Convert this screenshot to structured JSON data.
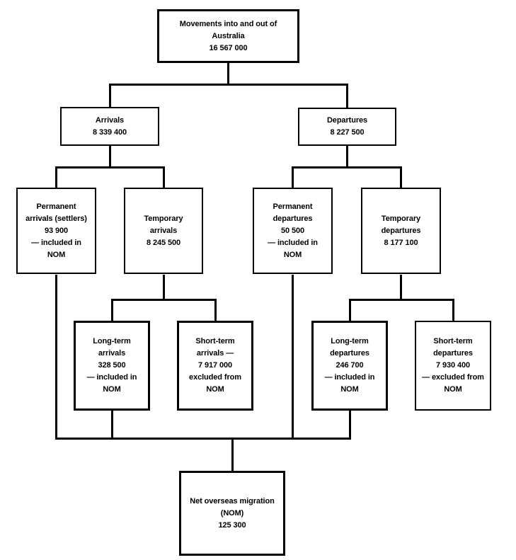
{
  "figure_type": "flowchart",
  "title": "Movements into and out of Australia",
  "colors": {
    "background": "#ffffff",
    "line": "#000000",
    "text": "#000000",
    "box_fill": "#ffffff"
  },
  "nodes": {
    "root": {
      "label": "Movements into and out of Australia",
      "value": "16 567 000",
      "lines": [
        "Movements into and out of",
        "Australia",
        "16 567 000"
      ]
    },
    "arrivals": {
      "label": "Arrivals",
      "value": "8 339 400",
      "lines": [
        "Arrivals",
        "8 339 400"
      ]
    },
    "departures": {
      "label": "Departures",
      "value": "8 227 500",
      "lines": [
        "Departures",
        "8 227 500"
      ]
    },
    "permanent_arrivals": {
      "label": "Permanent arrivals (settlers)",
      "value": "93 900",
      "note": "included in NOM",
      "lines": [
        "Permanent",
        "arrivals (settlers)",
        "93 900",
        "— included in",
        "NOM"
      ]
    },
    "temporary_arrivals": {
      "label": "Temporary arrivals",
      "value": "8 245 500",
      "lines": [
        "Temporary",
        "arrivals",
        "8 245 500"
      ]
    },
    "permanent_departures": {
      "label": "Permanent departures",
      "value": "50 500",
      "note": "included in NOM",
      "lines": [
        "Permanent",
        "departures",
        "50 500",
        "— included in",
        "NOM"
      ]
    },
    "temporary_departures": {
      "label": "Temporary departures",
      "value": "8 177 100",
      "lines": [
        "Temporary",
        "departures",
        "8 177 100"
      ]
    },
    "long_term_arrivals": {
      "label": "Long-term arrivals",
      "value": "328 500",
      "note": "included in NOM",
      "lines": [
        "Long-term",
        "arrivals",
        "328 500",
        "— included in",
        "NOM"
      ]
    },
    "short_term_arrivals": {
      "label": "Short-term arrivals",
      "value": "7 917 000",
      "note": "excluded from NOM",
      "lines": [
        "Short-term",
        "arrivals —",
        "7 917 000",
        "excluded from",
        "NOM"
      ]
    },
    "long_term_departures": {
      "label": "Long-term departures",
      "value": "246 700",
      "note": "included in NOM",
      "lines": [
        "Long-term",
        "departures",
        "246 700",
        "— included in",
        "NOM"
      ]
    },
    "short_term_departures": {
      "label": "Short-term departures",
      "value": "7 930 400",
      "note": "excluded from NOM",
      "lines": [
        "Short-term",
        "departures",
        "7 930 400",
        "— excluded from",
        "NOM"
      ]
    },
    "net_overseas_migration": {
      "label": "Net overseas migration (NOM)",
      "value": "125 300",
      "lines": [
        "Net overseas migration",
        "(NOM)",
        "125 300"
      ]
    }
  },
  "edges": [
    {
      "from": "root",
      "to": "arrivals"
    },
    {
      "from": "root",
      "to": "departures"
    },
    {
      "from": "arrivals",
      "to": "permanent_arrivals"
    },
    {
      "from": "arrivals",
      "to": "temporary_arrivals"
    },
    {
      "from": "departures",
      "to": "permanent_departures"
    },
    {
      "from": "departures",
      "to": "temporary_departures"
    },
    {
      "from": "temporary_arrivals",
      "to": "long_term_arrivals"
    },
    {
      "from": "temporary_arrivals",
      "to": "short_term_arrivals"
    },
    {
      "from": "temporary_departures",
      "to": "long_term_departures"
    },
    {
      "from": "temporary_departures",
      "to": "short_term_departures"
    },
    {
      "from": "permanent_arrivals",
      "to": "net_overseas_migration"
    },
    {
      "from": "long_term_arrivals",
      "to": "net_overseas_migration"
    },
    {
      "from": "permanent_departures",
      "to": "net_overseas_migration"
    },
    {
      "from": "long_term_departures",
      "to": "net_overseas_migration"
    }
  ]
}
